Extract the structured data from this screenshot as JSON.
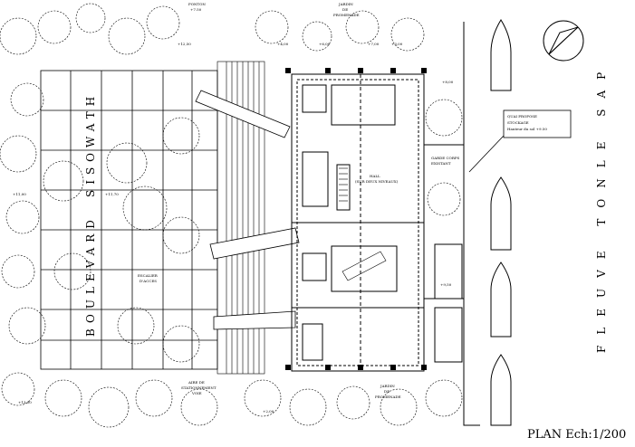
{
  "labels": {
    "boulevard": "BOULEVARD",
    "sisowath": "SISOWATH",
    "fleuve": "FLEUVE TONLE SAP",
    "title": "PLAN Ech:1/200",
    "hall_1": "HALL",
    "hall_2": "(SUR DEUX NIVEAUX)",
    "quai_1": "QUAI PROPOSE",
    "quai_2": "STOCKAGE",
    "quai_3": "Hauteur du sol +9.50",
    "garde_1": "GARDE CORPS",
    "garde_2": "EXISTANT",
    "jardin_top_1": "JARDIN",
    "jardin_top_2": "DE",
    "jardin_top_3": "PROMENADE",
    "jardin_bot_1": "JARDIN",
    "jardin_bot_2": "DE",
    "jardin_bot_3": "PROMENADE",
    "escalier_1": "ESCALIER",
    "escalier_2": "D'ACCES",
    "bottom_1": "AIRE DE",
    "bottom_2": "STATIONNEMENT",
    "bottom_3": "VOIE",
    "elev_ponton": "PONTON",
    "elev_level": "+7.50"
  },
  "levels": [
    "+12,50",
    "+11,70",
    "+11,00",
    "+7,00",
    "+6,00",
    "+4,00",
    "+3,00",
    "+8,00",
    "+9,50",
    "+13,00",
    "+2,00"
  ]
}
